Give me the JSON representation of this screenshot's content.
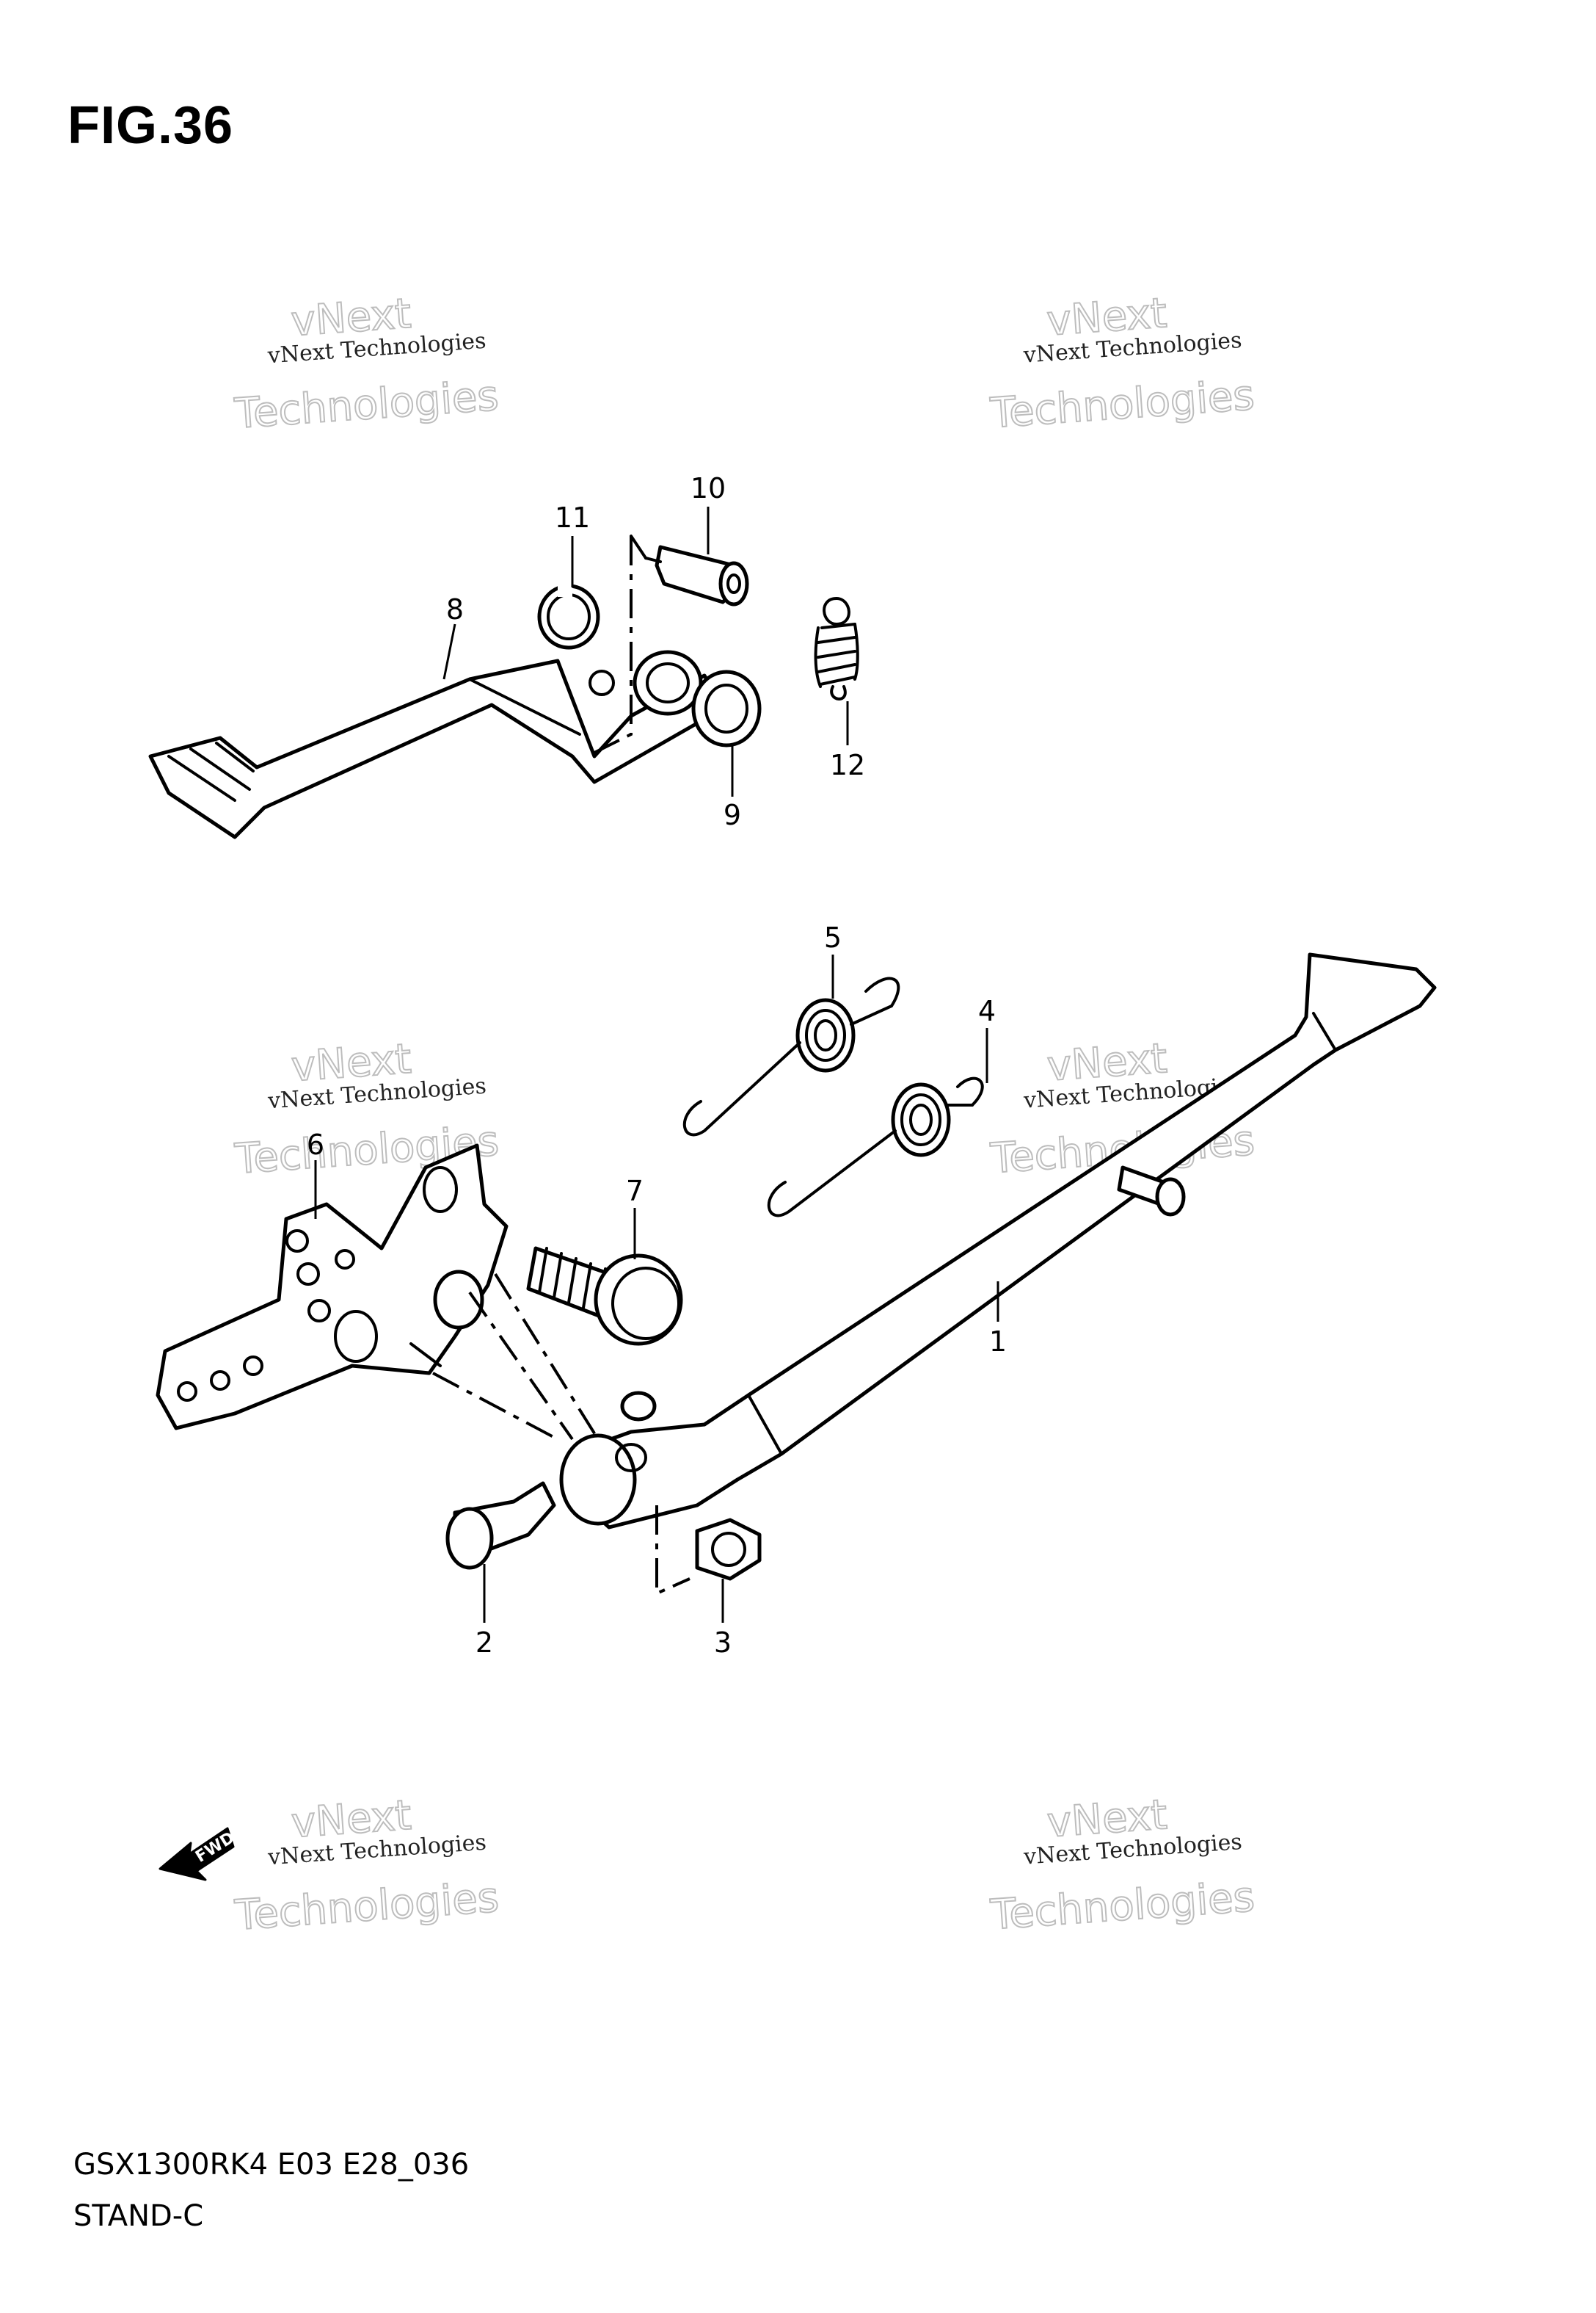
{
  "figure": {
    "title": "FIG.36"
  },
  "footer": {
    "model_code": "GSX1300RK4 E03 E28_036",
    "section": "STAND-C"
  },
  "callouts": [
    "1",
    "2",
    "3",
    "4",
    "5",
    "6",
    "7",
    "8",
    "9",
    "10",
    "11",
    "12"
  ],
  "watermark": {
    "line1": "vNext Technologies",
    "line2": "vNext",
    "line3": "Technologies"
  },
  "fwd_label": "FWD"
}
